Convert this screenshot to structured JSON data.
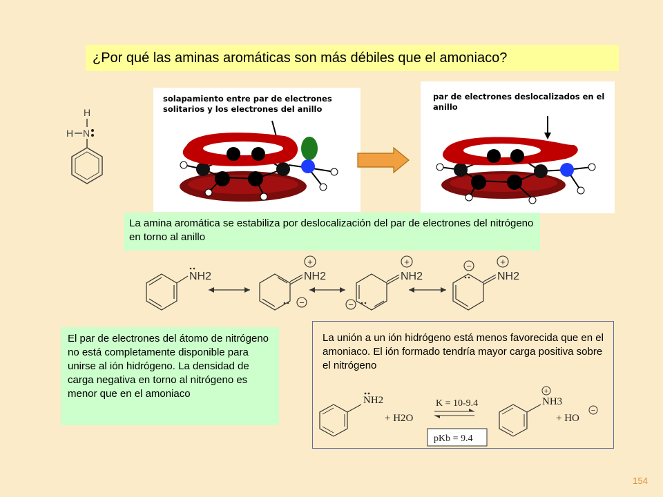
{
  "title": "¿Por qué las aminas aromáticas son más débiles que el amoniaco?",
  "aniline_atoms": {
    "h_top": "H",
    "h_left": "H",
    "n": "N"
  },
  "panel_left": {
    "caption": "solapamiento entre par de electrones solitarios y los electrones del anillo"
  },
  "panel_right": {
    "caption": "par de electrones deslocalizados en el anillo"
  },
  "stabilization_note": "La amina aromática se estabiliza por deslocalización del par de electrones del nitrógeno en torno al anillo",
  "resonance": {
    "group": "NH2",
    "plus": "+",
    "minus": "−"
  },
  "left_box": "El par de electrones del átomo de nitrógeno no está completamente disponible para unirse al ión hidrógeno. La densidad de carga negativa en torno al nitrógeno es menor que en el amoniaco",
  "right_box": {
    "text": "La unión a un ión hidrógeno está menos favorecida que en el amoniaco. El ión formado tendría mayor carga positiva sobre el nitrógeno",
    "equation": {
      "reactant_group": "NH2",
      "water": "+ H2O",
      "k": "K = 10-9.4",
      "pkb": "pKb = 9.4",
      "product_group": "NH3",
      "hydroxide": "+ HO"
    }
  },
  "page_number": "154",
  "colors": {
    "title_bg": "#FFFF99",
    "note_bg": "#CCFFCC",
    "ring": "#C00000",
    "nitrogen": "#1E3CFF",
    "lone_pair": "#1E7A1E",
    "arrow": "#F0A040"
  }
}
